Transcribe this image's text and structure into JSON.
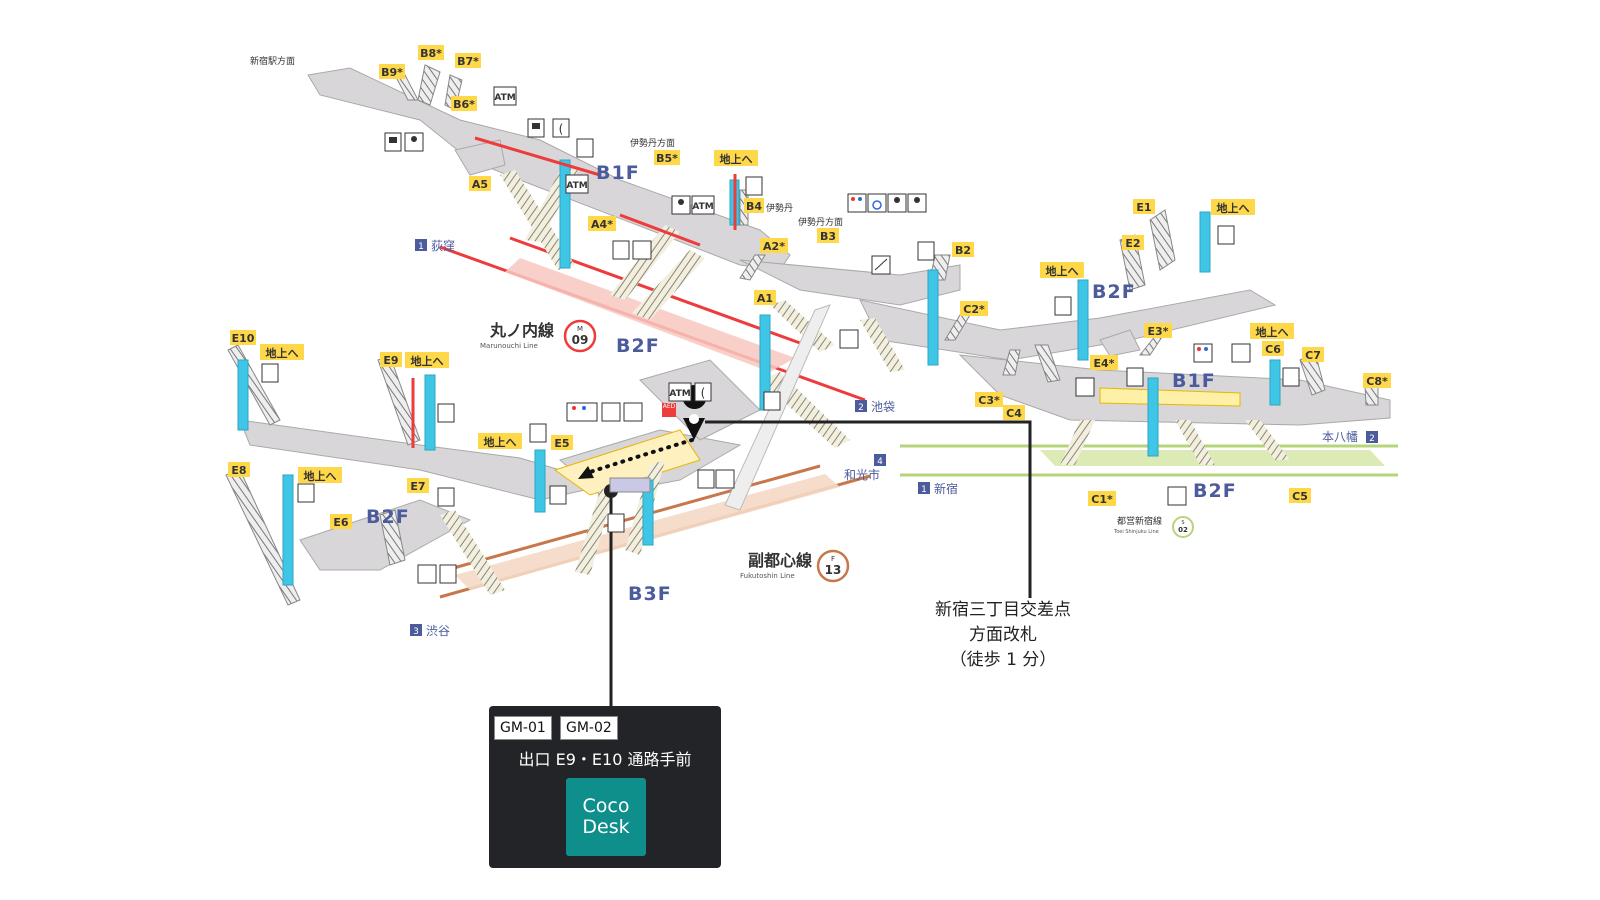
{
  "colors": {
    "marunouchi": "#ee3b3b",
    "fukutoshin": "#c8774a",
    "toei_shinjuku": "#b6d47a",
    "elevator": "#3fc6e6",
    "exit_badge": "#ffd84a",
    "concourse": "#d8d6d8",
    "box_bg": "#232428",
    "logo_bg": "#0e8f8c"
  },
  "exits": {
    "b8": "B8*",
    "b7": "B7*",
    "b9": "B9*",
    "b6": "B6*",
    "a5": "A5",
    "b5": "B5*",
    "b4": "B4",
    "a4": "A4*",
    "a2": "A2*",
    "b3": "B3",
    "b2": "B2",
    "a1": "A1",
    "e1": "E1",
    "e2": "E2",
    "c2": "C2*",
    "e3": "E3*",
    "e4": "E4*",
    "c3": "C3*",
    "c4": "C4",
    "c6": "C6",
    "c7": "C7",
    "c8": "C8*",
    "c1": "C1*",
    "c5": "C5",
    "e10": "E10",
    "e9": "E9",
    "e5": "E5",
    "e8": "E8",
    "e7": "E7",
    "e6": "E6"
  },
  "to_ground": "地上へ",
  "floors": {
    "b1f_top": "B1F",
    "b2f_top": "B2F",
    "b2f_right": "B2F",
    "b1f_right": "B1F",
    "b2f_bottom_right": "B2F",
    "b2f_left": "B2F",
    "b3f": "B3F"
  },
  "directions": {
    "shinjuku_station": "新宿駅方面",
    "isetan_dir_1": "伊勢丹方面",
    "isetan": "伊勢丹",
    "isetan_dir_2": "伊勢丹方面",
    "ogikubo_num": "1",
    "ogikubo": "荻窪",
    "ikebukuro_num": "2",
    "ikebukuro": "池袋",
    "wakoshi_num": "4",
    "wakoshi": "和光市",
    "shibuya_num": "3",
    "shibuya": "渋谷",
    "shinjuku_num": "1",
    "shinjuku": "新宿",
    "motoyawata_num": "2",
    "motoyawata": "本八幡"
  },
  "lines": {
    "marunouchi_jp": "丸ノ内線",
    "marunouchi_en": "Marunouchi Line",
    "marunouchi_badge_letter": "M",
    "marunouchi_badge_num": "09",
    "fukutoshin_jp": "副都心線",
    "fukutoshin_en": "Fukutoshin Line",
    "fukutoshin_badge_letter": "F",
    "fukutoshin_badge_num": "13",
    "toei_jp": "都営新宿線",
    "toei_en": "Toei Shinjuku Line",
    "toei_badge_letter": "S",
    "toei_badge_num": "02"
  },
  "atm": "ATM",
  "aed": "AED",
  "callout": {
    "line1": "新宿三丁目交差点",
    "line2": "方面改札",
    "line3": "（徒歩 1 分）"
  },
  "info_box": {
    "tag1": "GM-01",
    "tag2": "GM-02",
    "location": "出口 E9・E10 通路手前",
    "logo_line1": "Coco",
    "logo_line2": "Desk"
  }
}
